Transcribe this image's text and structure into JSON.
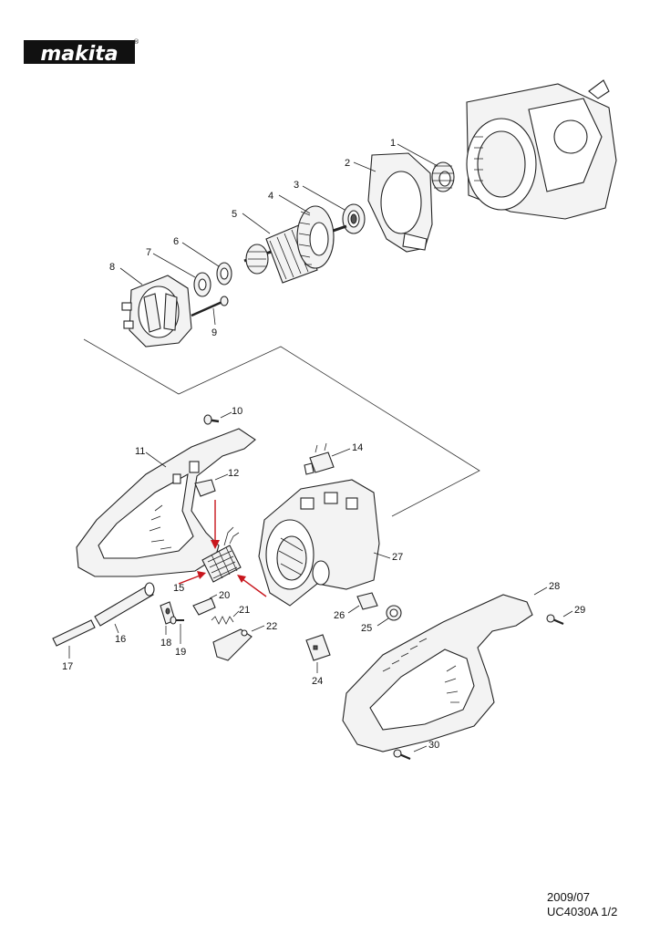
{
  "brand": {
    "logo_text": "makita",
    "registered_mark": "®"
  },
  "footer": {
    "date": "2009/07",
    "model": "UC4030A 1/2"
  },
  "parts": [
    {
      "id": "p1",
      "number": "1"
    },
    {
      "id": "p2",
      "number": "2"
    },
    {
      "id": "p3",
      "number": "3"
    },
    {
      "id": "p4",
      "number": "4"
    },
    {
      "id": "p5",
      "number": "5"
    },
    {
      "id": "p6",
      "number": "6"
    },
    {
      "id": "p7",
      "number": "7"
    },
    {
      "id": "p8",
      "number": "8"
    },
    {
      "id": "p9",
      "number": "9"
    },
    {
      "id": "p10",
      "number": "10"
    },
    {
      "id": "p11",
      "number": "11"
    },
    {
      "id": "p12",
      "number": "12"
    },
    {
      "id": "p14",
      "number": "14"
    },
    {
      "id": "p15",
      "number": "15"
    },
    {
      "id": "p16",
      "number": "16"
    },
    {
      "id": "p17",
      "number": "17"
    },
    {
      "id": "p18",
      "number": "18"
    },
    {
      "id": "p19",
      "number": "19"
    },
    {
      "id": "p20",
      "number": "20"
    },
    {
      "id": "p21",
      "number": "21"
    },
    {
      "id": "p22",
      "number": "22"
    },
    {
      "id": "p24",
      "number": "24"
    },
    {
      "id": "p25",
      "number": "25"
    },
    {
      "id": "p26",
      "number": "26"
    },
    {
      "id": "p27",
      "number": "27"
    },
    {
      "id": "p28",
      "number": "28"
    },
    {
      "id": "p29",
      "number": "29"
    },
    {
      "id": "p30",
      "number": "30"
    }
  ],
  "colors": {
    "arrow": "#c8161d",
    "line": "#222222",
    "logo_bg": "#111111",
    "logo_text": "#ffffff"
  }
}
